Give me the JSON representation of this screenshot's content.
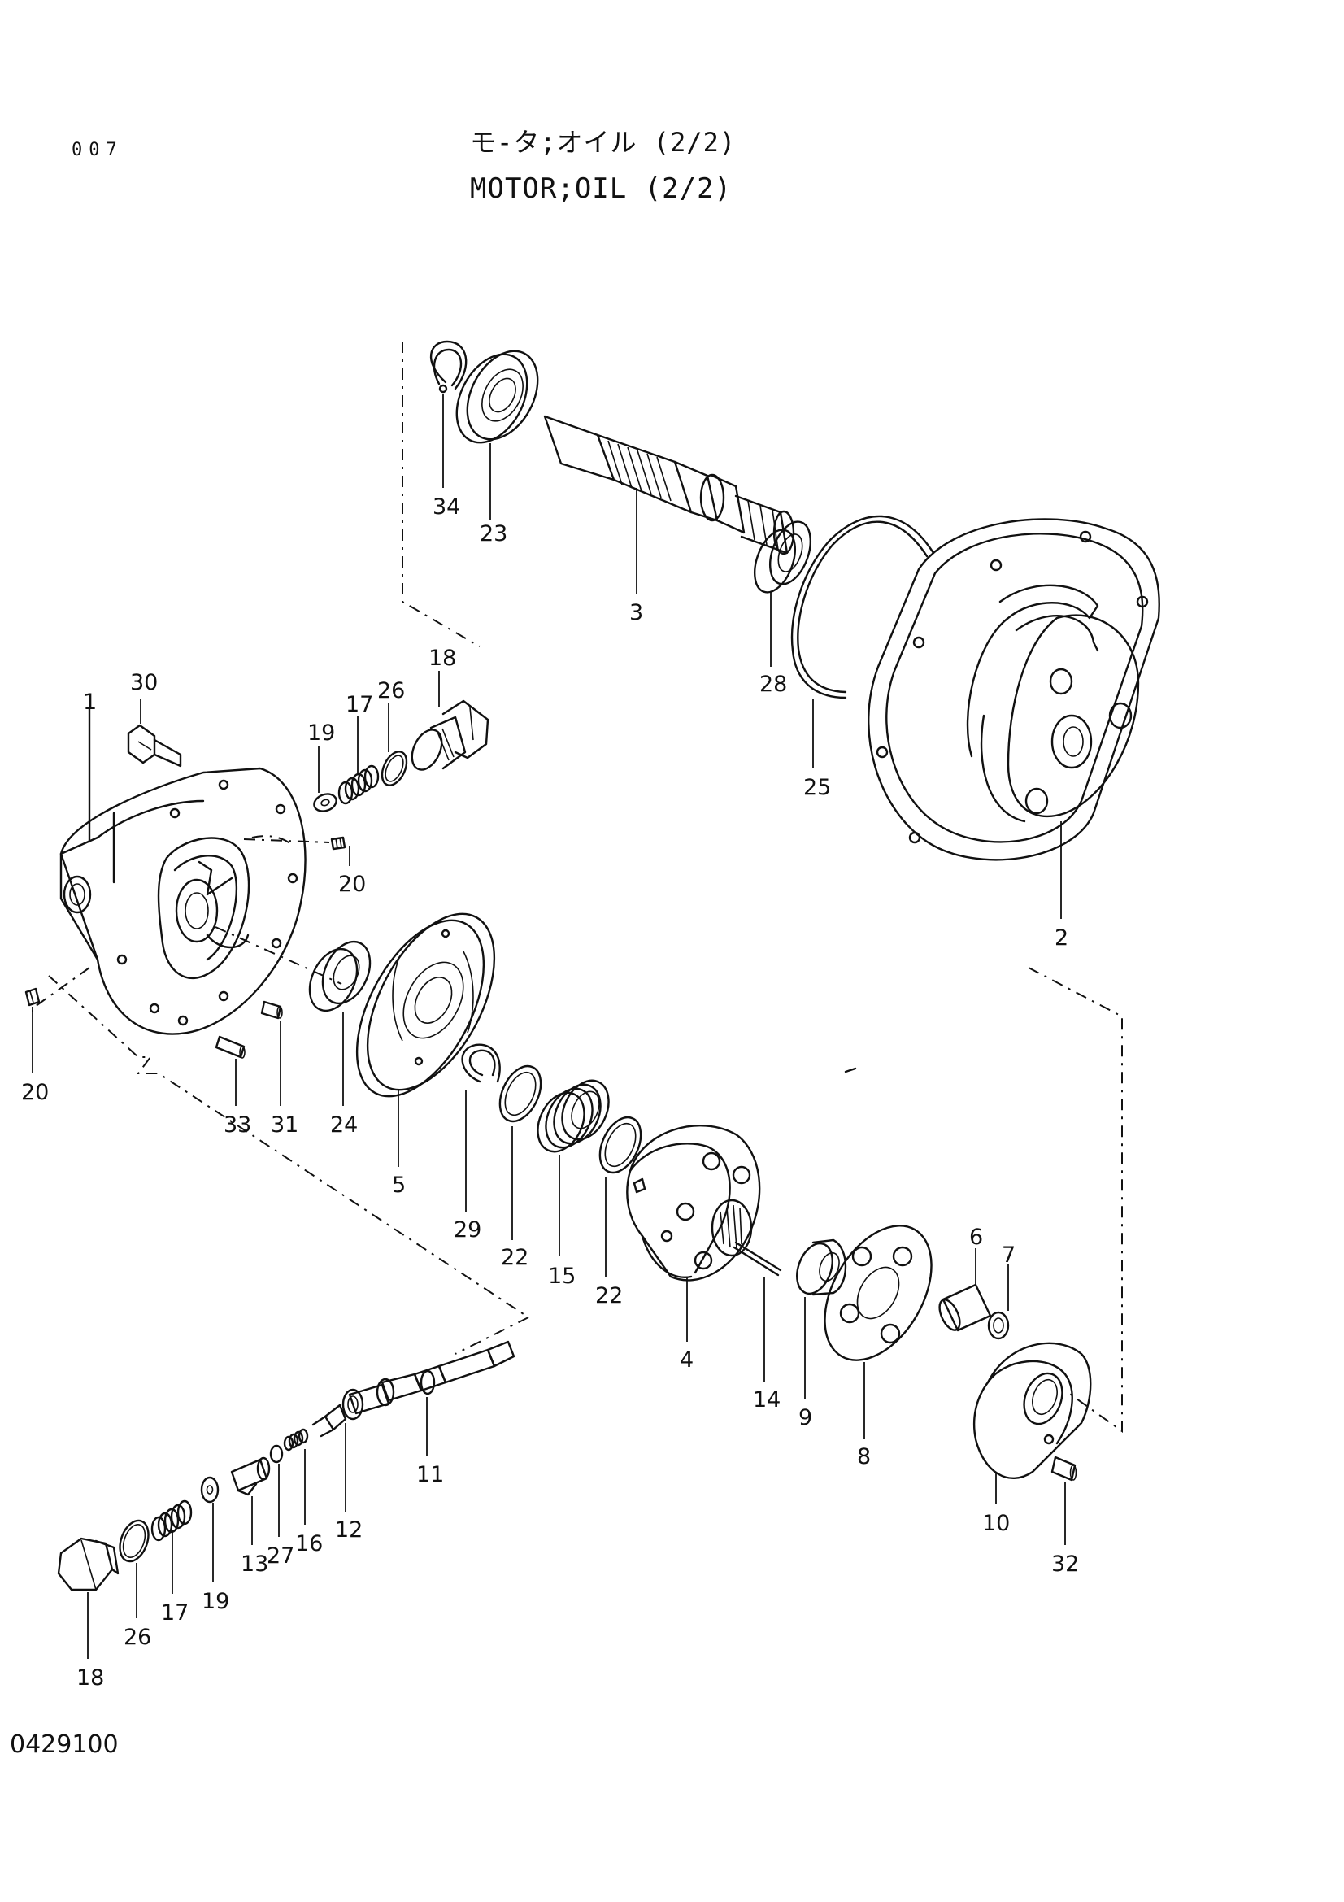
{
  "header": {
    "page_code": "007",
    "title_jp": "モ-タ;オイル (2/2)",
    "title_en": "MOTOR;OIL (2/2)"
  },
  "footer": {
    "drawing_number": "0429100"
  },
  "part_labels": {
    "p1": "1",
    "p2": "2",
    "p3": "3",
    "p4": "4",
    "p5": "5",
    "p6": "6",
    "p7": "7",
    "p8": "8",
    "p9": "9",
    "p10": "10",
    "p11": "11",
    "p12": "12",
    "p13": "13",
    "p14": "14",
    "p15": "15",
    "p16": "16",
    "p17a": "17",
    "p17b": "17",
    "p18a": "18",
    "p18b": "18",
    "p19a": "19",
    "p19b": "19",
    "p20a": "20",
    "p20b": "20",
    "p22a": "22",
    "p22b": "22",
    "p23": "23",
    "p24": "24",
    "p25": "25",
    "p26a": "26",
    "p26b": "26",
    "p27": "27",
    "p28": "28",
    "p29": "29",
    "p30": "30",
    "p31": "31",
    "p32": "32",
    "p33": "33",
    "p34": "34"
  }
}
